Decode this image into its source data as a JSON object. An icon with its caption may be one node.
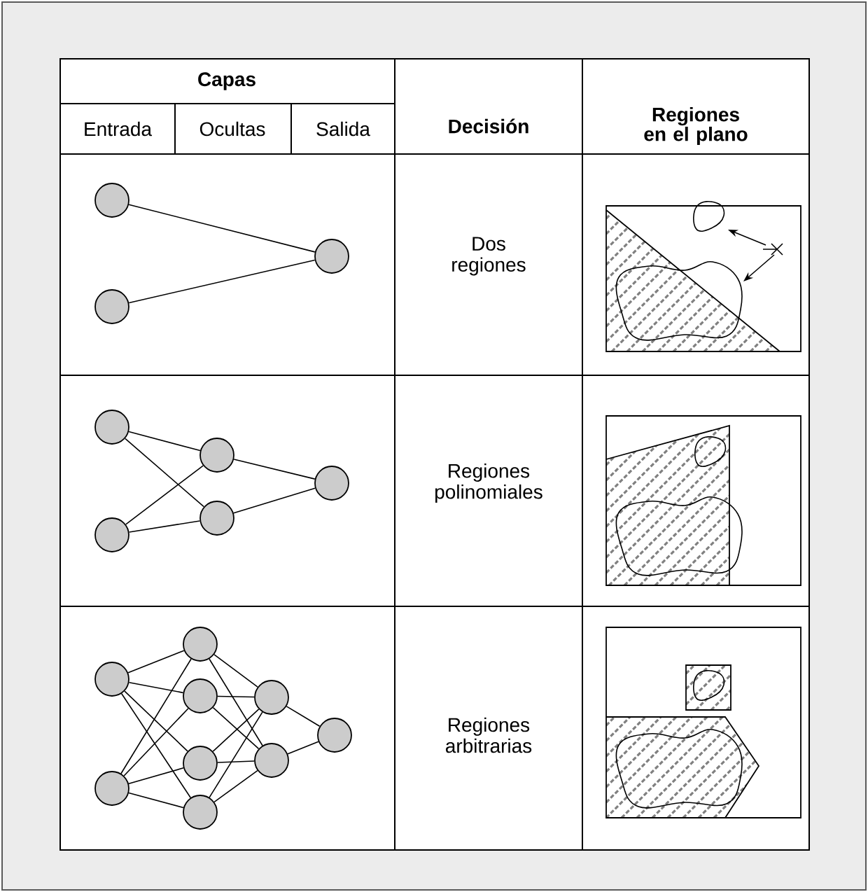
{
  "diagram": {
    "nodes": [
      {
        "text": [],
        "shape": "circle"
      },
      {
        "text": [],
        "shape": "circle"
      },
      {
        "text": [],
        "shape": "circle"
      },
      {
        "text": [],
        "shape": "circle"
      },
      {
        "text": [],
        "shape": "circle"
      },
      {
        "text": [],
        "shape": "circle"
      },
      {
        "text": [],
        "shape": "circle"
      },
      {
        "text": [],
        "shape": "circle"
      },
      {
        "text": [],
        "shape": "circle"
      },
      {
        "text": [],
        "shape": "circle"
      },
      {
        "text": [],
        "shape": "circle"
      },
      {
        "text": [],
        "shape": "circle"
      },
      {
        "text": [],
        "shape": "circle"
      },
      {
        "text": [],
        "shape": "circle"
      },
      {
        "text": [],
        "shape": "circle"
      },
      {
        "text": [],
        "shape": "circle"
      },
      {
        "text": [],
        "shape": "circle"
      }
    ],
    "edges": [
      {
        "from": 0,
        "to": 2,
        "arrow": "none"
      },
      {
        "from": 1,
        "to": 2,
        "arrow": "none"
      },
      {
        "from": 3,
        "to": 5,
        "arrow": "none"
      },
      {
        "from": 3,
        "to": 6,
        "arrow": "none"
      },
      {
        "from": 4,
        "to": 5,
        "arrow": "none"
      },
      {
        "from": 4,
        "to": 6,
        "arrow": "none"
      },
      {
        "from": 5,
        "to": 7,
        "arrow": "none"
      },
      {
        "from": 6,
        "to": 7,
        "arrow": "none"
      },
      {
        "from": 8,
        "to": 10,
        "arrow": "none"
      },
      {
        "from": 8,
        "to": 11,
        "arrow": "none"
      },
      {
        "from": 8,
        "to": 12,
        "arrow": "none"
      },
      {
        "from": 8,
        "to": 13,
        "arrow": "none"
      },
      {
        "from": 9,
        "to": 10,
        "arrow": "none"
      },
      {
        "from": 9,
        "to": 11,
        "arrow": "none"
      },
      {
        "from": 9,
        "to": 12,
        "arrow": "none"
      },
      {
        "from": 9,
        "to": 13,
        "arrow": "none"
      },
      {
        "from": 10,
        "to": 14,
        "arrow": "none"
      },
      {
        "from": 10,
        "to": 15,
        "arrow": "none"
      },
      {
        "from": 11,
        "to": 14,
        "arrow": "none"
      },
      {
        "from": 11,
        "to": 15,
        "arrow": "none"
      },
      {
        "from": 12,
        "to": 14,
        "arrow": "none"
      },
      {
        "from": 12,
        "to": 15,
        "arrow": "none"
      },
      {
        "from": 13,
        "to": 14,
        "arrow": "none"
      },
      {
        "from": 13,
        "to": 15,
        "arrow": "none"
      },
      {
        "from": 14,
        "to": 16,
        "arrow": "none"
      },
      {
        "from": 15,
        "to": 16,
        "arrow": "none"
      }
    ],
    "labels": [
      "Capas",
      "Decisión",
      "Regiones en el plano",
      "Entrada",
      "Ocultas",
      "Salida",
      "Dos regiones",
      "Regiones polinomiales",
      "Regiones arbitrarias"
    ]
  }
}
